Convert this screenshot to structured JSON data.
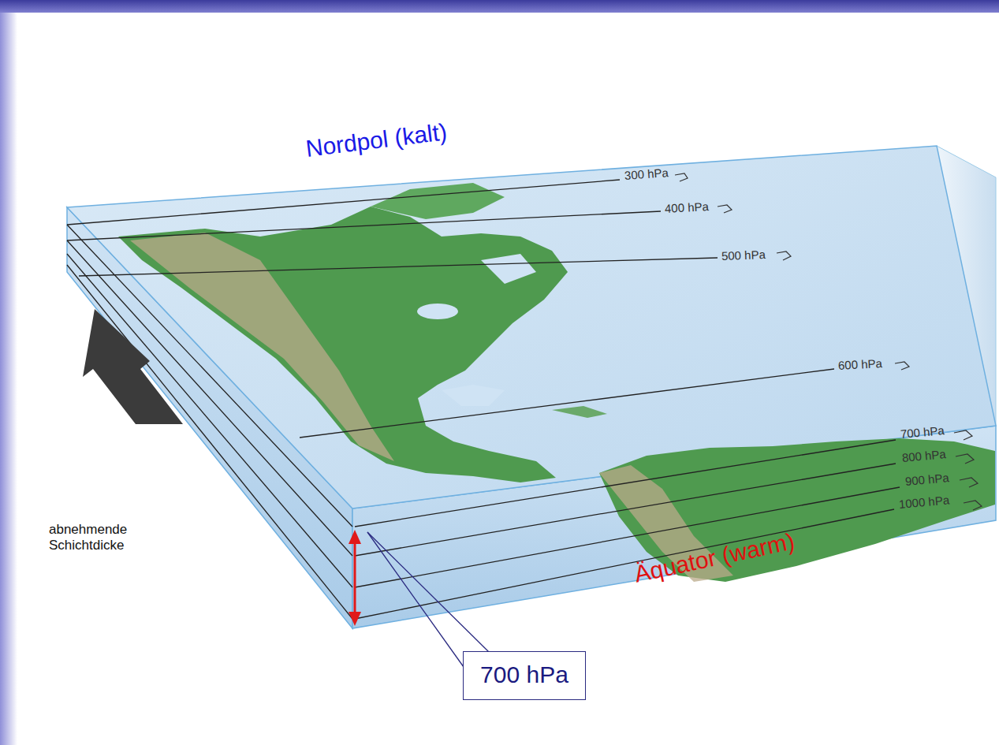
{
  "diagram": {
    "nodes": [
      {
        "text": [
          "700 hPa"
        ]
      }
    ],
    "labels": [
      "Nordpol (kalt)",
      "300 hPa",
      "400 hPa",
      "500 hPa",
      "600 hPa",
      "700 hPa",
      "800 hPa",
      "900 hPa",
      "1000 hPa",
      "abnehmende Schichtdicke",
      "Äquator (warm)"
    ]
  }
}
